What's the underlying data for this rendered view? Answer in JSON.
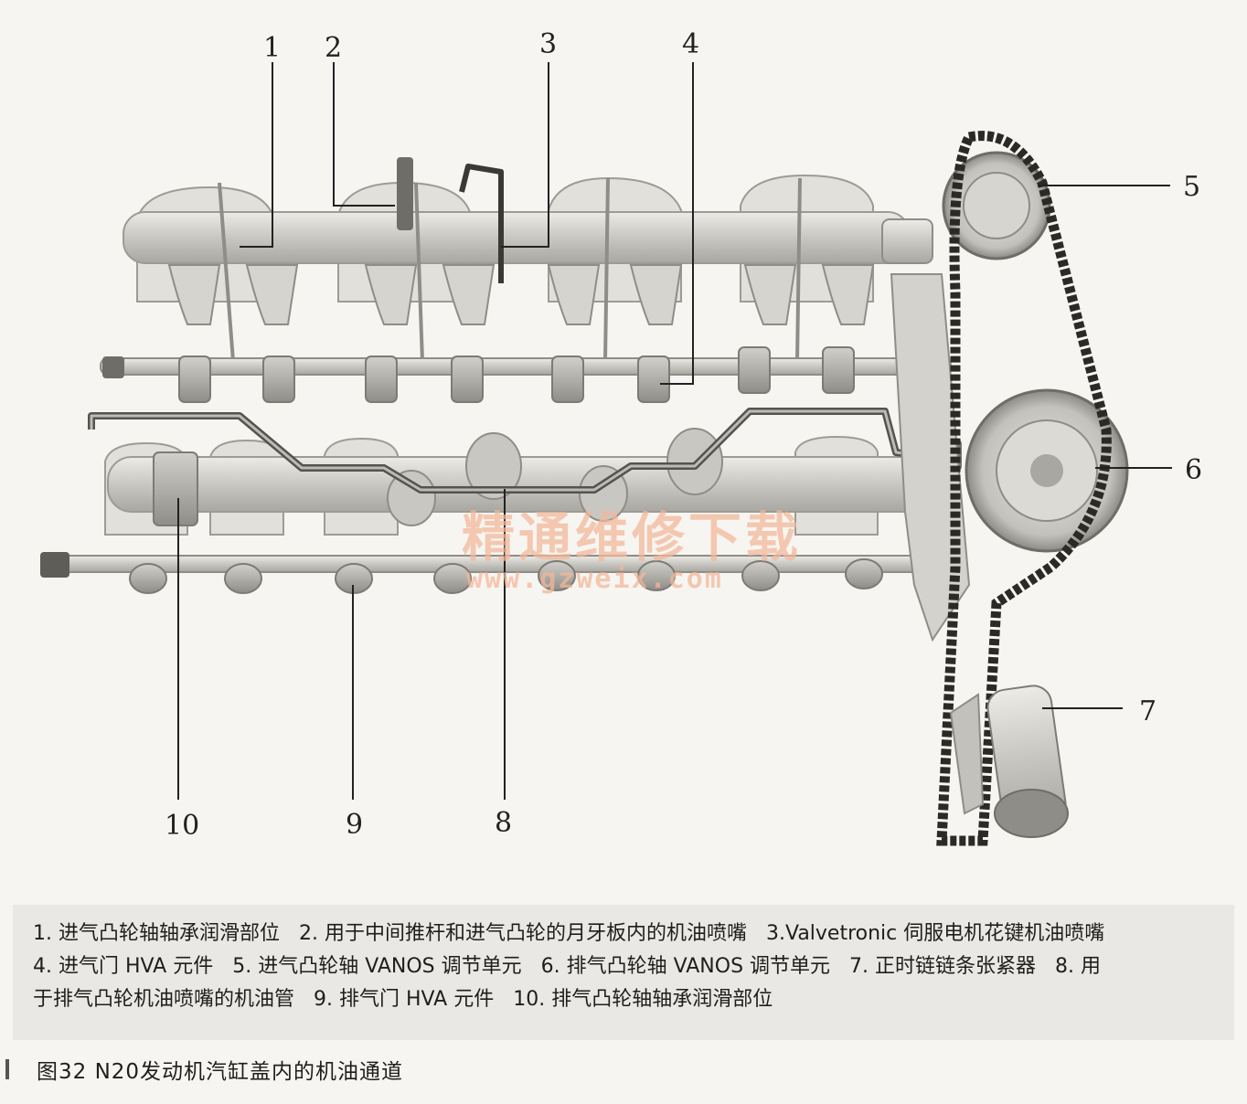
{
  "callouts": [
    "1",
    "2",
    "3",
    "4",
    "5",
    "6",
    "7",
    "8",
    "9",
    "10"
  ],
  "watermark": {
    "text": "精通维修下载",
    "url": "www.gzweix.com",
    "color": "#f3b79a"
  },
  "legend": {
    "line1": [
      "1. 进气凸轮轴轴承润滑部位",
      "2. 用于中间推杆和进气凸轮的月牙板内的机油喷嘴",
      "3.Valvetronic 伺服电机花键机油喷嘴"
    ],
    "line2": [
      "4. 进气门 HVA 元件",
      "5. 进气凸轮轴 VANOS 调节单元",
      "6. 排气凸轮轴 VANOS 调节单元",
      "7. 正时链链条张紧器",
      "8. 用"
    ],
    "line3": [
      "于排气凸轮机油喷嘴的机油管",
      "9. 排气门 HVA 元件",
      "10. 排气凸轮轴轴承润滑部位"
    ]
  },
  "caption": "图32   N20发动机汽缸盖内的机油通道"
}
